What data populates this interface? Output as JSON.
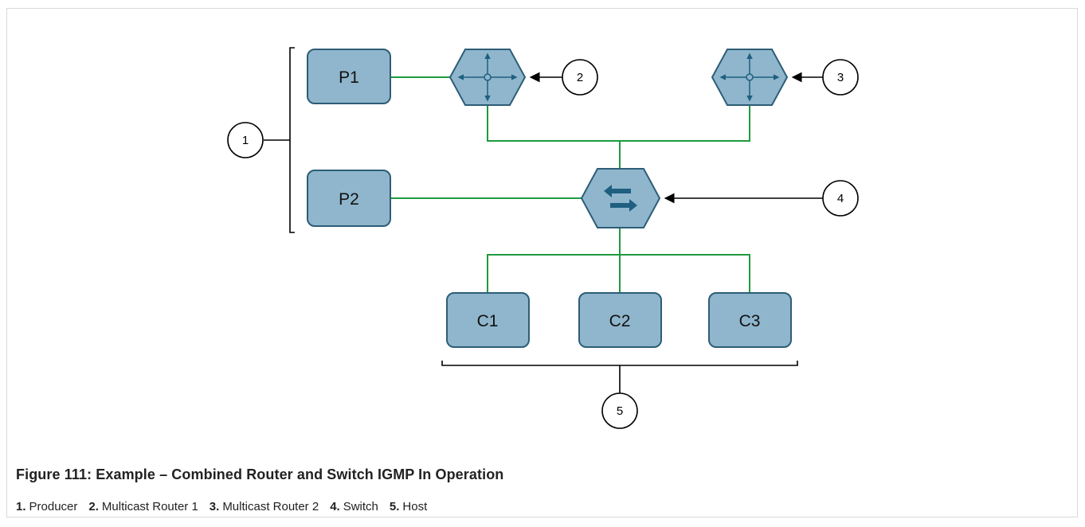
{
  "diagram": {
    "nodes": {
      "p1": "P1",
      "p2": "P2",
      "c1": "C1",
      "c2": "C2",
      "c3": "C3"
    },
    "callouts": [
      "1",
      "2",
      "3",
      "4",
      "5"
    ],
    "colors": {
      "box_fill": "#8fb6cc",
      "box_stroke": "#2d5d77",
      "link": "#1f9a3f",
      "icon": "#1f5f80"
    }
  },
  "caption": {
    "title": "Figure 111: Example – Combined Router and Switch IGMP In Operation",
    "legend": [
      {
        "num": "1.",
        "label": "Producer"
      },
      {
        "num": "2.",
        "label": "Multicast Router 1"
      },
      {
        "num": "3.",
        "label": "Multicast Router 2"
      },
      {
        "num": "4.",
        "label": "Switch"
      },
      {
        "num": "5.",
        "label": "Host"
      }
    ]
  }
}
